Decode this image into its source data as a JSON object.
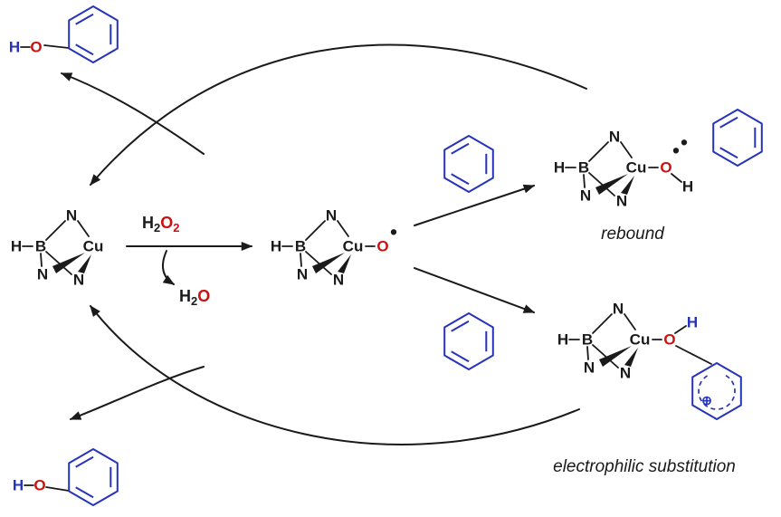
{
  "scheme": {
    "atoms": {
      "H": "H",
      "B": "B",
      "N": "N",
      "Cu": "Cu",
      "O": "O"
    },
    "reagents": {
      "h2o2": {
        "h": "H",
        "h_sub": "2",
        "o": "O",
        "o_sub": "2"
      },
      "h2o": {
        "h": "H",
        "h_sub": "2",
        "o": "O"
      }
    },
    "symbols": {
      "radical_dot": "•",
      "circled_plus": "⊕"
    },
    "labels": {
      "rebound": "rebound",
      "electrophilic_substitution": "electrophilic substitution"
    },
    "colors": {
      "carbon_blue": "#2633bb",
      "oxygen_red": "#cc1111",
      "ink": "#1a1a1a"
    }
  }
}
